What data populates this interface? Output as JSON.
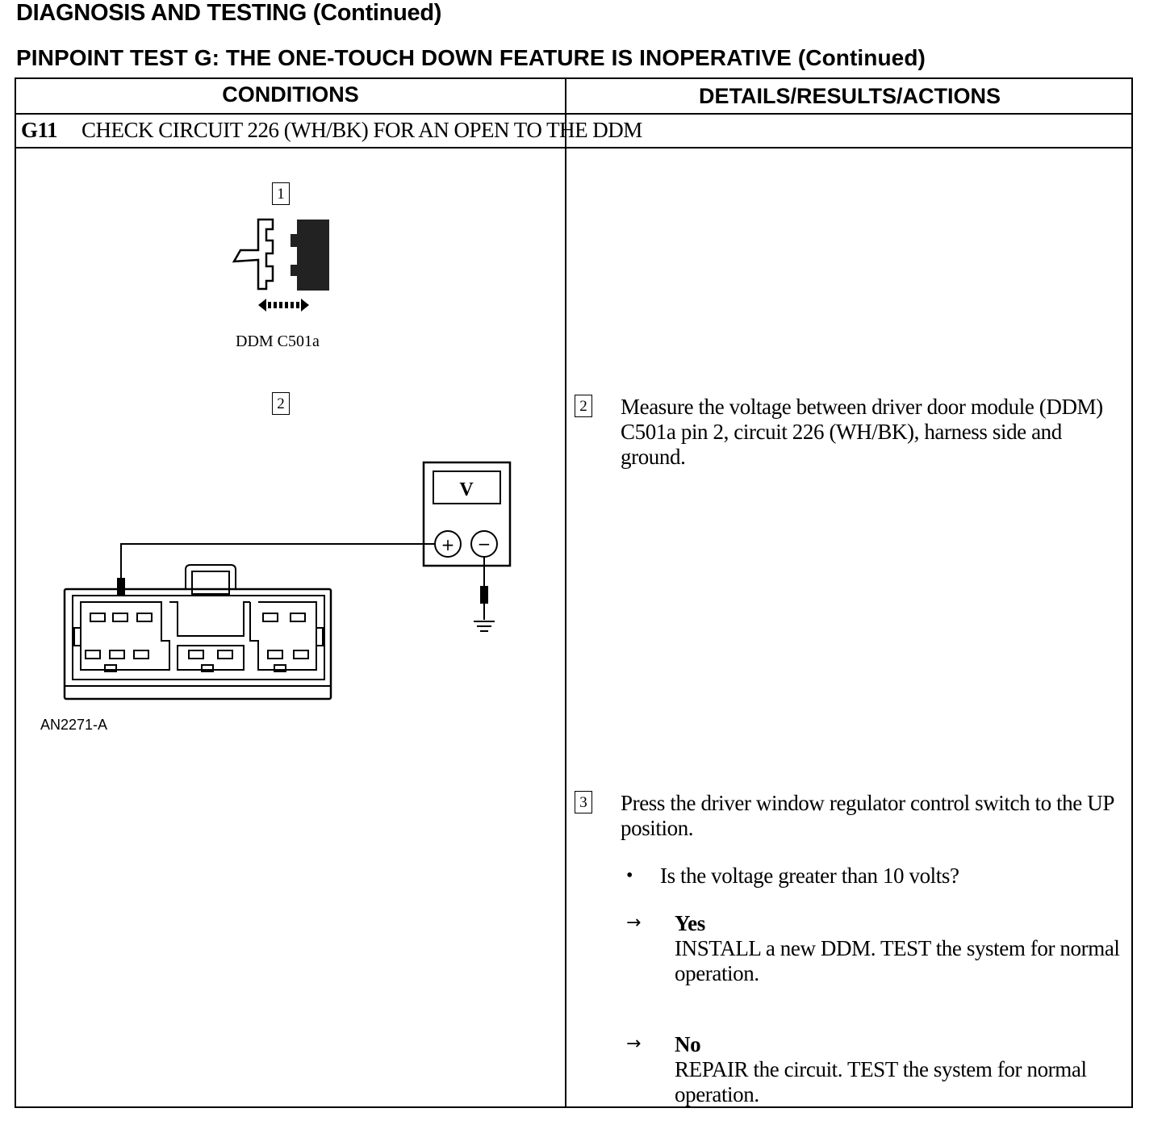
{
  "header": {
    "page_title": "DIAGNOSIS AND TESTING (Continued)",
    "test_title": "PINPOINT TEST G: THE ONE-TOUCH DOWN FEATURE IS INOPERATIVE (Continued)"
  },
  "table": {
    "col_conditions": "CONDITIONS",
    "col_details": "DETAILS/RESULTS/ACTIONS",
    "step_number": "G11",
    "step_title": "CHECK CIRCUIT 226 (WH/BK) FOR AN OPEN TO THE DDM"
  },
  "figure": {
    "label_1": "1",
    "label_2": "2",
    "connector_caption": "DDM C501a",
    "meter_label": "V",
    "plus_sign": "+",
    "minus_sign": "−",
    "figure_id": "AN2271-A"
  },
  "steps": [
    {
      "number": "2",
      "text": "Measure the voltage between driver door module (DDM) C501a pin 2, circuit 226 (WH/BK), harness side and ground."
    },
    {
      "number": "3",
      "text": "Press the driver window regulator control switch to the UP position.",
      "question": "Is the voltage greater than 10 volts?",
      "bullet": "•",
      "arrow": "→",
      "yes_label": "Yes",
      "yes_action": "INSTALL a new DDM. TEST the system for normal operation.",
      "no_label": "No",
      "no_action": "REPAIR the circuit. TEST the system for normal operation."
    }
  ]
}
